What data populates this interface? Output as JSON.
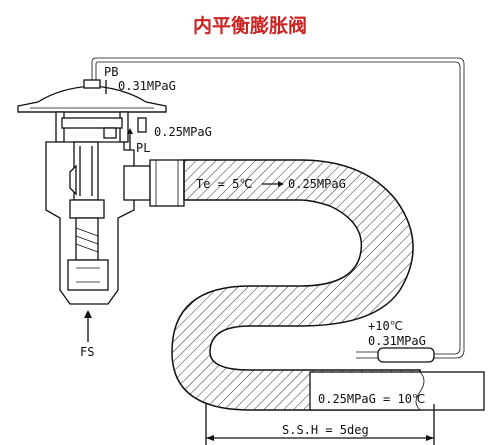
{
  "title": "内平衡膨胀阀",
  "labels": {
    "pb": "PB",
    "pb_value": "0.31MPaG",
    "pl": "PL",
    "pl_value": "0.25MPaG",
    "te": "Te = 5℃",
    "te_value": "0.25MPaG",
    "fs": "FS",
    "superheat_temp": "+10℃",
    "bulb_pressure": "0.31MPaG",
    "outlet_state": "0.25MPaG = 10℃",
    "ssh": "S.S.H = 5deg"
  },
  "colors": {
    "title": "#cc2222",
    "line": "#111111",
    "background": "#ffffff"
  }
}
